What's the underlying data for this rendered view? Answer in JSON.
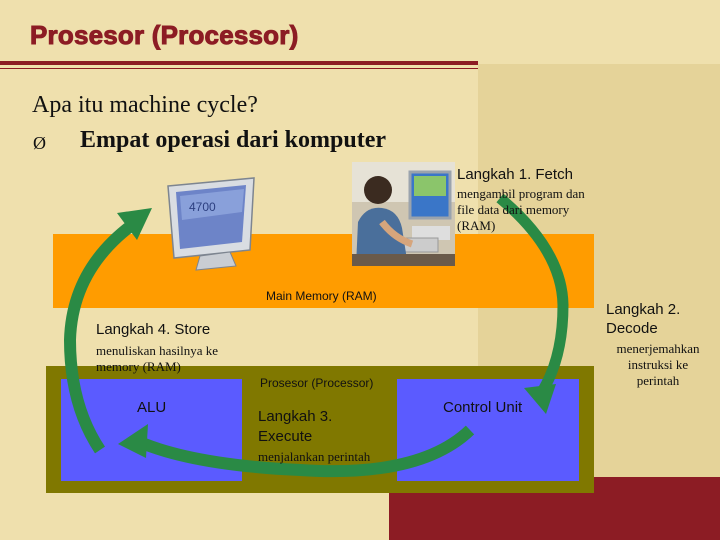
{
  "slide": {
    "title": "Prosesor (Processor)",
    "heading": "Apa itu machine cycle?",
    "bullet_glyph": "Ø",
    "bullet_text": "Empat operasi dari komputer"
  },
  "diagram": {
    "monitor_screen_text": "4700",
    "main_memory_label": "Main Memory (RAM)",
    "processor_label": "Prosesor (Processor)",
    "alu_label": "ALU",
    "control_unit_label": "Control Unit",
    "steps": {
      "fetch": {
        "title": "Langkah 1.  Fetch",
        "desc": [
          "mengambil program dan",
          "file data dari memory",
          "(RAM)"
        ]
      },
      "decode": {
        "title": [
          "Langkah 2.",
          "Decode"
        ],
        "desc": [
          "menerjemahkan",
          "instruksi ke",
          "perintah"
        ]
      },
      "execute": {
        "title": [
          "Langkah 3.",
          "Execute"
        ],
        "desc": "menjalankan perintah"
      },
      "store": {
        "title": "Langkah 4. Store",
        "desc": [
          "menuliskan hasilnya ke",
          "memory (RAM)"
        ]
      }
    }
  },
  "colors": {
    "background": "#efe0ad",
    "title_red": "#8c1c24",
    "memory_orange": "#ff9c00",
    "processor_olive": "#807800",
    "unit_blue": "#5b5bff",
    "arrow_green": "#2f9a4f"
  },
  "icons": [
    "computer-monitor",
    "person-at-computer-photo",
    "cycle-arrows"
  ]
}
